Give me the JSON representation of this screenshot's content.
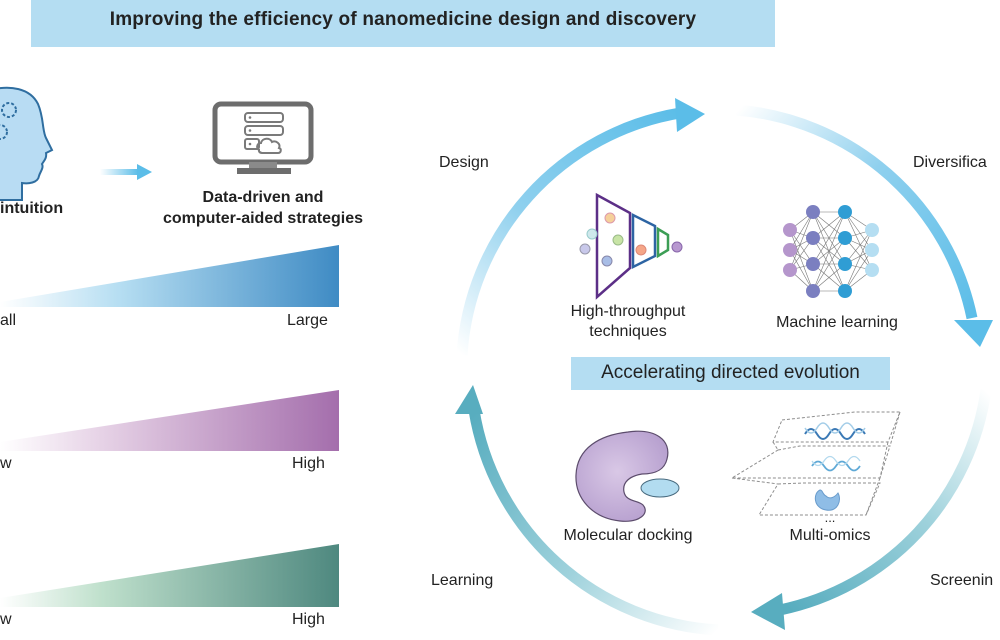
{
  "title": "Improving the efficiency of nanomedicine design and discovery",
  "left_panel": {
    "from_label": "intuition",
    "to_label_line1": "Data-driven and",
    "to_label_line2": "computer-aided strategies",
    "scales": [
      {
        "low_label": "all",
        "high_label": "Large",
        "color": "#3f8bc4"
      },
      {
        "low_label": "w",
        "high_label": "High",
        "color": "#a46eac"
      },
      {
        "low_label": "w",
        "high_label": "High",
        "color": "#4e887f"
      }
    ]
  },
  "cycle": {
    "center_label": "Accelerating directed evolution",
    "stages": {
      "design": "Design",
      "diversification": "Diversifica",
      "screening": "Screenin",
      "learning": "Learning"
    },
    "methods": {
      "high_throughput_line1": "High-throughput",
      "high_throughput_line2": "techniques",
      "machine_learning": "Machine learning",
      "molecular_docking": "Molecular docking",
      "multi_omics": "Multi-omics",
      "ellipsis": "..."
    },
    "colors": {
      "arrow_blue": "#5bbde8",
      "arrow_teal": "#58adbf",
      "banner": "#b4ddf2"
    }
  }
}
